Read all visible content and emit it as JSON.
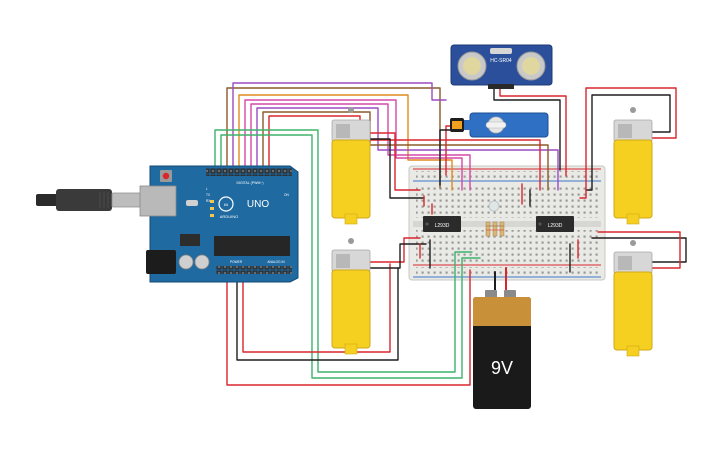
{
  "colors": {
    "arduino_blue": "#1f6aa1",
    "breadboard": "#e9e9e6",
    "motor_yellow": "#f5d020",
    "wire_red": "#d8262d",
    "wire_black": "#1e1e1e",
    "wire_green": "#3db26b",
    "wire_orange": "#e08a1e",
    "wire_purple": "#9b4bc4",
    "wire_pink": "#d548a8",
    "wire_brown": "#8a5a2b",
    "wire_blue": "#3d78c9",
    "battery_black": "#1a1a1a",
    "battery_gold": "#c9903a"
  },
  "arduino": {
    "brand": "ARDUINO",
    "model": "UNO",
    "digital_label": "DIGITAL (PWM~)",
    "power_label": "POWER",
    "analog_label": "ANALOG IN",
    "tx_label": "TX",
    "rx_label": "RX",
    "l_label": "L",
    "on_label": "ON"
  },
  "ultrasonic": {
    "label": "HC-SR04"
  },
  "drivers": [
    {
      "label": "L293D"
    },
    {
      "label": "L293D"
    }
  ],
  "battery": {
    "label": "9V"
  }
}
